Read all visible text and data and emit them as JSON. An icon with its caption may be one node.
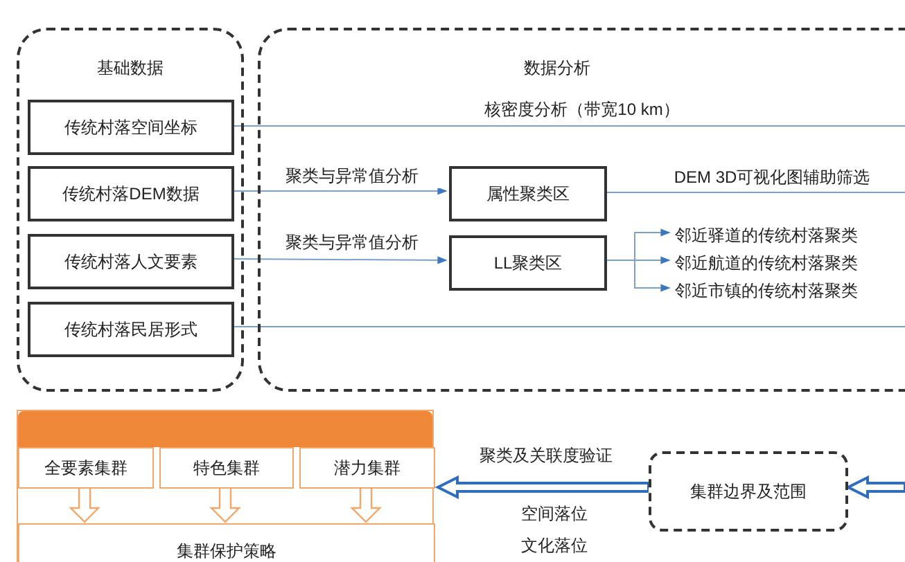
{
  "diagram": {
    "nodes": [
      {
        "text": [
          "基础数据"
        ]
      },
      {
        "text": [
          "传统村落空间坐标"
        ],
        "in": 0
      },
      {
        "text": [
          "传统村落DEM数据"
        ],
        "in": 0
      },
      {
        "text": [
          "传统村落人文要素"
        ],
        "in": 0
      },
      {
        "text": [
          "传统村落民居形式"
        ],
        "in": 0
      },
      {
        "text": [
          "数据分析"
        ]
      },
      {
        "text": [
          "属性聚类区"
        ],
        "in": 5
      },
      {
        "text": [
          "LL聚类区"
        ],
        "in": 5
      },
      {
        "text": [
          "邻近驿道的传统村落聚类"
        ],
        "in": 5
      },
      {
        "text": [
          "邻近航道的传统村落聚类"
        ],
        "in": 5
      },
      {
        "text": [
          "邻近市镇的传统村落聚类"
        ],
        "in": 5
      },
      {
        "text": [],
        "shape": "box"
      },
      {
        "text": [
          "全要素集群"
        ],
        "in": 11
      },
      {
        "text": [
          "特色集群"
        ],
        "in": 11
      },
      {
        "text": [
          "潜力集群"
        ],
        "in": 11
      },
      {
        "text": [
          "集群保护策略"
        ],
        "in": 11
      },
      {
        "text": [
          "集群边界及范围"
        ]
      }
    ],
    "edges": [
      {
        "from": 1,
        "to": null,
        "arrow": "none",
        "label": "核密度分析（带宽10 km）"
      },
      {
        "from": 2,
        "to": 6,
        "arrow": "to",
        "label": "聚类与异常值分析"
      },
      {
        "from": 3,
        "to": 7,
        "arrow": "to",
        "label": "聚类与异常值分析"
      },
      {
        "from": 6,
        "to": null,
        "arrow": "none",
        "label": "DEM 3D可视化图辅助筛选"
      },
      {
        "from": 7,
        "to": 8,
        "arrow": "to"
      },
      {
        "from": 7,
        "to": 9,
        "arrow": "to"
      },
      {
        "from": 7,
        "to": 10,
        "arrow": "to"
      },
      {
        "from": 4,
        "to": null,
        "arrow": "none"
      },
      {
        "from": 16,
        "to": 11,
        "arrow": "to",
        "label": "聚类及关联度验证",
        "style": "thick",
        "color": "#2f6fba"
      },
      {
        "from": null,
        "to": 16,
        "arrow": "to",
        "style": "thick",
        "color": "#2f6fba"
      },
      {
        "from": 12,
        "to": 15,
        "arrow": "to",
        "style": "thick",
        "color": "#f2a66a"
      },
      {
        "from": 13,
        "to": 15,
        "arrow": "to",
        "style": "thick",
        "color": "#f2a66a"
      },
      {
        "from": 14,
        "to": 15,
        "arrow": "to",
        "style": "thick",
        "color": "#f2a66a"
      }
    ],
    "labels": [
      "空间落位",
      "文化落位"
    ]
  }
}
